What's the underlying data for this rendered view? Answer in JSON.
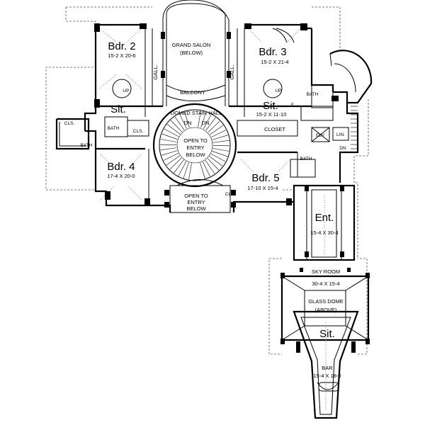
{
  "rooms": {
    "bdr2": {
      "name": "Bdr. 2",
      "size": "15-2  X 20-6"
    },
    "grand_salon": {
      "line1": "GRAND SALON",
      "line2": "(BELOW)"
    },
    "bdr3": {
      "name": "Bdr. 3",
      "size": "15-2  X 21-4"
    },
    "gall_left": "GALL.",
    "gall_right": "GALL.",
    "balcony": "BALCONY",
    "sit_left": "Sit.",
    "sit_right": {
      "name": "Sit.",
      "size": "15-2  X 11-10"
    },
    "domed_stair_hall": "DOMED STAIR HALL",
    "open_entry_top": {
      "line1": "OPEN TO",
      "line2": "ENTRY",
      "line3": "BELOW"
    },
    "open_entry_bottom": {
      "line1": "OPEN TO",
      "line2": "ENTRY",
      "line3": "BELOW"
    },
    "closet": "CLOSET",
    "bath_top_right": "BATH",
    "bath_left_mid": "BATH",
    "bath_left_low": "BATH",
    "bath_mid_right": "BATH",
    "cls_far_left": "CLS.",
    "cls_left": "CLS.",
    "cls_mid": "CLS.",
    "elv": "ELV",
    "lin": "LIN.",
    "f": "F",
    "dn_left": "DN",
    "dn_right": "DN",
    "dn_far_right": "DN",
    "up_left": "UP",
    "up_right": "UP",
    "bdr4": {
      "name": "Bdr. 4",
      "size": "17-4  X 20-0"
    },
    "bdr5": {
      "name": "Bdr. 5",
      "size": "17-10  X 15-4"
    },
    "ent": {
      "name": "Ent.",
      "size": "15-4  X 30-4"
    },
    "sky_room": {
      "name": "SKY ROOM",
      "size": "30-4  X 15-4"
    },
    "glass_dome": {
      "line1": "GLASS DOME",
      "line2": "(ABOVE)"
    },
    "sit_lower": "Sit.",
    "bar": {
      "name": "BAR",
      "size": "15-4  X 18-0"
    }
  }
}
